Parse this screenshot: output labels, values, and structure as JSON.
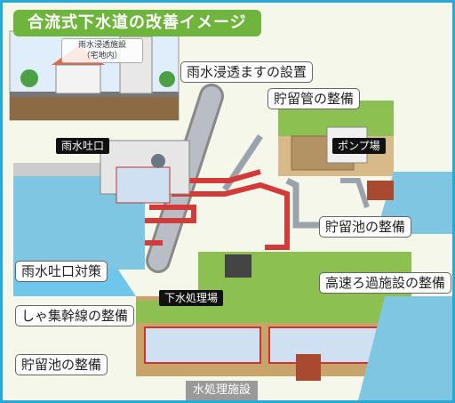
{
  "title": "合流式下水道の改善イメージ",
  "inset": {
    "caption_line1": "雨水浸透施設",
    "caption_line2": "（宅地内）"
  },
  "labels": {
    "infiltration": "雨水浸透ますの設置",
    "storage_pipe": "貯留管の整備",
    "storage_pond_1": "貯留池の整備",
    "outfall_measure": "雨水吐口対策",
    "high_speed_filter": "高速ろ過施設の整備",
    "trunk_line": "しゃ集幹線の整備",
    "storage_pond_2": "貯留池の整備"
  },
  "tags": {
    "outfall": "雨水吐口",
    "pump_station": "ポンプ場",
    "treatment_plant": "下水処理場",
    "water_treatment": "水処理施設"
  },
  "colors": {
    "frame": "#27a9d8",
    "title_bg": "#6fb43c",
    "pipe_red": "#d33a3a",
    "pipe_grey": "#9aa3ab",
    "water": "#6ec6ea",
    "grass": "#8cc152",
    "soil": "#c9a46a"
  }
}
